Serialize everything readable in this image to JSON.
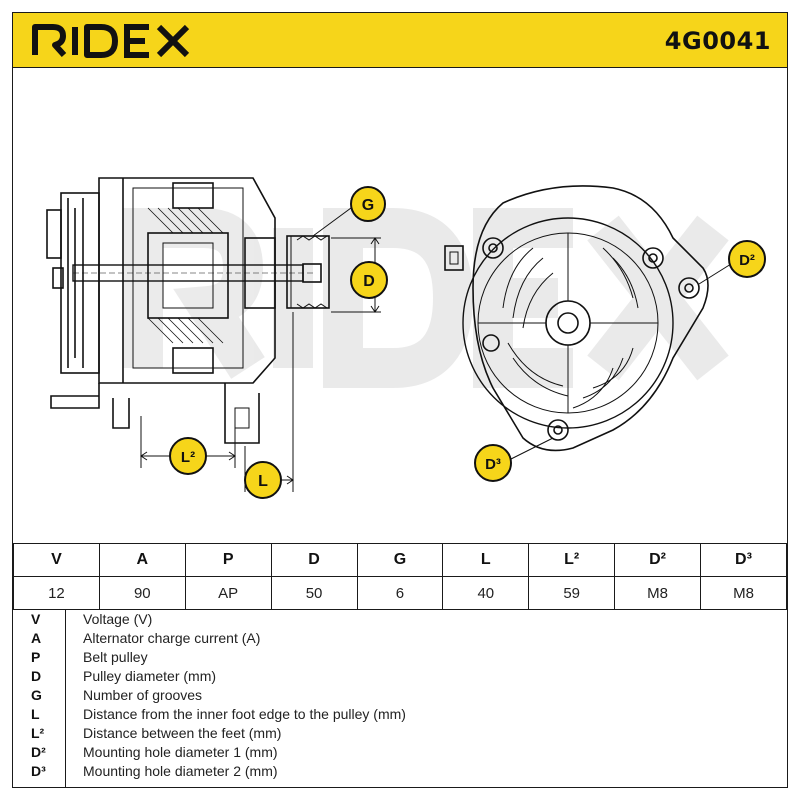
{
  "header": {
    "brand": "RIDEX",
    "part_number": "4G0041",
    "brand_color": "#f6d51a"
  },
  "drawing": {
    "callouts": {
      "G": "G",
      "D": "D",
      "L2": "L²",
      "L": "L",
      "D2": "D²",
      "D3": "D³"
    },
    "watermark": "RIDEX"
  },
  "spec_table": {
    "headers": [
      "V",
      "A",
      "P",
      "D",
      "G",
      "L",
      "L²",
      "D²",
      "D³"
    ],
    "values": [
      "12",
      "90",
      "AP",
      "50",
      "6",
      "40",
      "59",
      "M8",
      "M8"
    ]
  },
  "legend": [
    {
      "key": "V",
      "desc": "Voltage (V)"
    },
    {
      "key": "A",
      "desc": "Alternator charge current (A)"
    },
    {
      "key": "P",
      "desc": "Belt pulley"
    },
    {
      "key": "D",
      "desc": "Pulley diameter (mm)"
    },
    {
      "key": "G",
      "desc": "Number of grooves"
    },
    {
      "key": "L",
      "desc": "Distance from the inner foot edge to the pulley (mm)"
    },
    {
      "key": "L²",
      "desc": "Distance between the feet (mm)"
    },
    {
      "key": "D²",
      "desc": "Mounting hole diameter 1 (mm)"
    },
    {
      "key": "D³",
      "desc": "Mounting hole diameter 2 (mm)"
    }
  ]
}
